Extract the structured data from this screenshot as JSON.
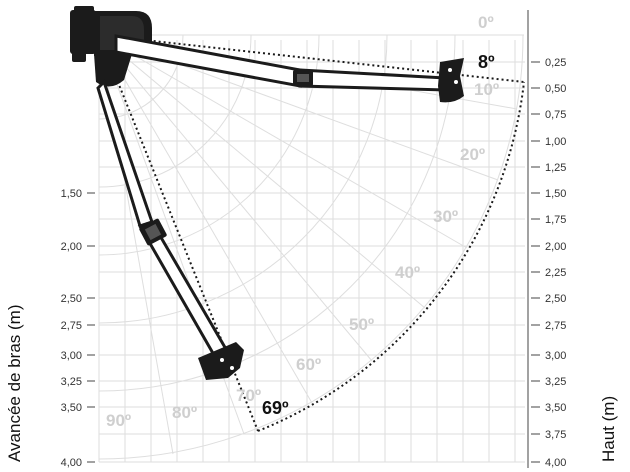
{
  "axes": {
    "left_title": "Avancée de bras (m)",
    "right_title": "Haut (m)",
    "left_ticks": [
      "1,50",
      "2,00",
      "2,50",
      "2,75",
      "3,00",
      "3,25",
      "3,50",
      "4,00"
    ],
    "right_ticks": [
      "0,25",
      "0,50",
      "0,75",
      "1,00",
      "1,25",
      "1,50",
      "1,75",
      "2,00",
      "2,25",
      "2,50",
      "2,75",
      "3,00",
      "3,25",
      "3,50",
      "3,75",
      "4,00"
    ]
  },
  "angles": {
    "gray": [
      "0º",
      "10º",
      "20º",
      "30º",
      "40º",
      "50º",
      "60º",
      "70º",
      "80º",
      "90º"
    ],
    "highlight_min": "8º",
    "highlight_max": "69º"
  },
  "colors": {
    "grid": "#d9d9d9",
    "angle_label": "#cfcfcf",
    "arm": "#1b1b1b",
    "highlight": "#111111"
  }
}
